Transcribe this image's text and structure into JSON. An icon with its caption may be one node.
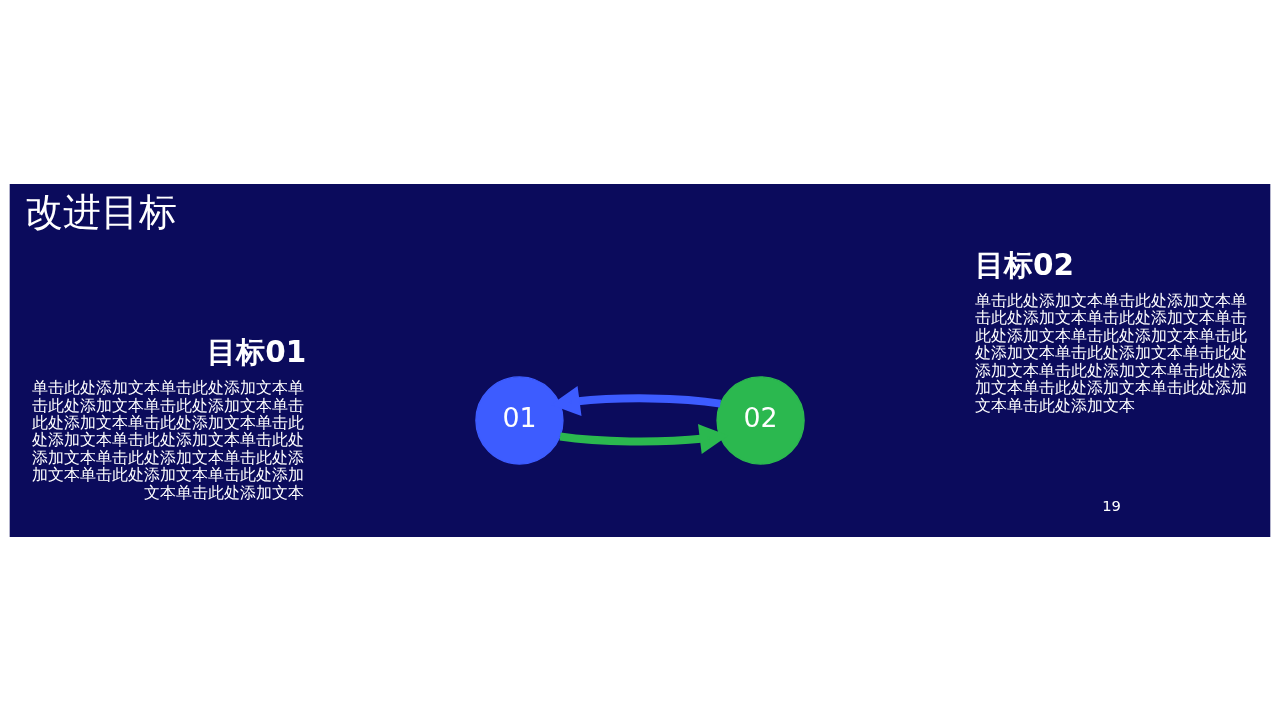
{
  "diagram": {
    "title": "改进目标",
    "nodes": [
      {
        "text": [
          "01"
        ],
        "beside": [
          "目标01",
          "单击此处添加文本单击此处添加文本单击此处添加文本单击此处添加文本单击此处添加文本单击此处添加文本单击此处添加文本单击此处添加文本单击此处添加文本单击此处添加文本单击此处添加文本单击此处添加文本单击此处添加文本单击此处添加文本"
        ]
      },
      {
        "text": [
          "02"
        ],
        "beside": [
          "目标02",
          "单击此处添加文本单击此处添加文本单击此处添加文本单击此处添加文本单击此处添加文本单击此处添加文本单击此处添加文本单击此处添加文本单击此处添加文本单击此处添加文本单击此处添加文本单击此处添加文本单击此处添加文本单击此处添加文本"
        ]
      }
    ],
    "edges": [
      {
        "from": 1,
        "to": 0,
        "arrow": "to",
        "color": "#3d5cff"
      },
      {
        "from": 0,
        "to": 1,
        "arrow": "to",
        "color": "#2bb84f"
      }
    ],
    "labels": [
      "19"
    ]
  }
}
